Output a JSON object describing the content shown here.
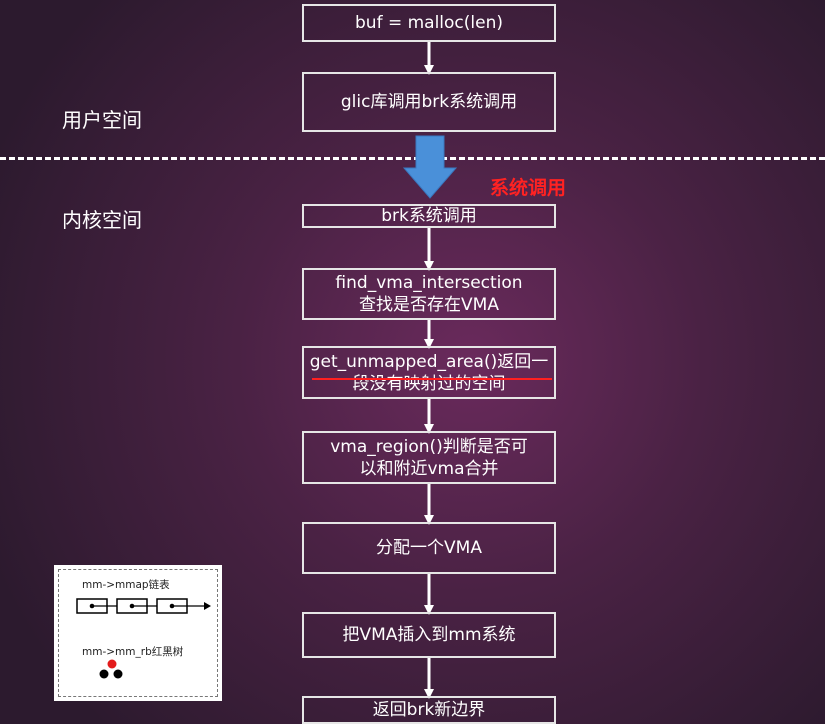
{
  "zones": {
    "user_space": "用户空间",
    "kernel_space": "内核空间"
  },
  "syscall_label": "系统调用",
  "steps": {
    "malloc": "buf = malloc(len)",
    "glibc": "glic库调用brk系统调用",
    "brk_syscall": "brk系统调用",
    "find_vma": {
      "line1": "find_vma_intersection",
      "line2": "查找是否存在VMA"
    },
    "get_unmapped": {
      "line1": "get_unmapped_area()返回一",
      "line2": "段没有映射过的空间"
    },
    "vma_region": {
      "line1": "vma_region()判断是否可",
      "line2": "以和附近vma合并"
    },
    "allocate": "分配一个VMA",
    "insert": "把VMA插入到mm系统",
    "return": "返回brk新边界"
  },
  "legend": {
    "list_label": "mm->mmap链表",
    "tree_label": "mm->mm_rb红黑树"
  },
  "colors": {
    "big_arrow": "#4a90d9",
    "syscall_text": "#ff2222",
    "box_border": "#e6e6e6"
  }
}
